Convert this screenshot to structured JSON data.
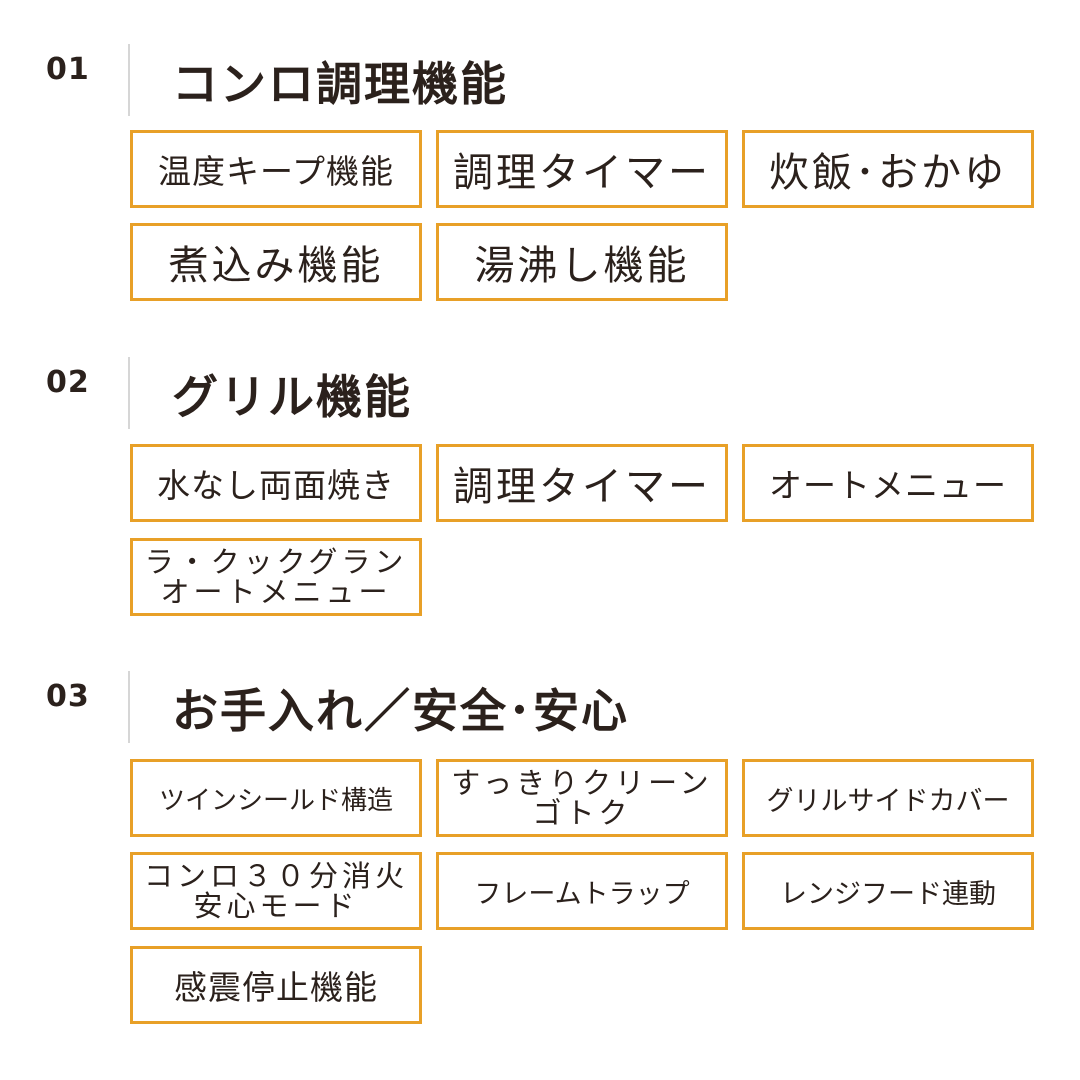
{
  "sections": [
    {
      "number": "01",
      "title": "コンロ調理機能",
      "tags": [
        [
          "温度キープ機能"
        ],
        [
          "調理タイマー"
        ],
        [
          "炊飯･おかゆ"
        ],
        [
          "煮込み機能"
        ],
        [
          "湯沸し機能"
        ]
      ]
    },
    {
      "number": "02",
      "title": "グリル機能",
      "tags": [
        [
          "水なし両面焼き"
        ],
        [
          "調理タイマー"
        ],
        [
          "オートメニュー"
        ],
        [
          "ラ・クックグラン",
          "オートメニュー"
        ]
      ]
    },
    {
      "number": "03",
      "title": "お手入れ／安全･安心",
      "tags": [
        [
          "ツインシールド構造"
        ],
        [
          "すっきりクリーン",
          "ゴトク"
        ],
        [
          "グリルサイドカバー"
        ],
        [
          "コンロ３０分消火",
          "安心モード"
        ],
        [
          "フレームトラップ"
        ],
        [
          "レンジフード連動"
        ],
        [
          "感震停止機能"
        ]
      ]
    }
  ],
  "colors": {
    "accent": "#e8a028",
    "text": "#2b211c",
    "divider": "#d6d6d6"
  }
}
